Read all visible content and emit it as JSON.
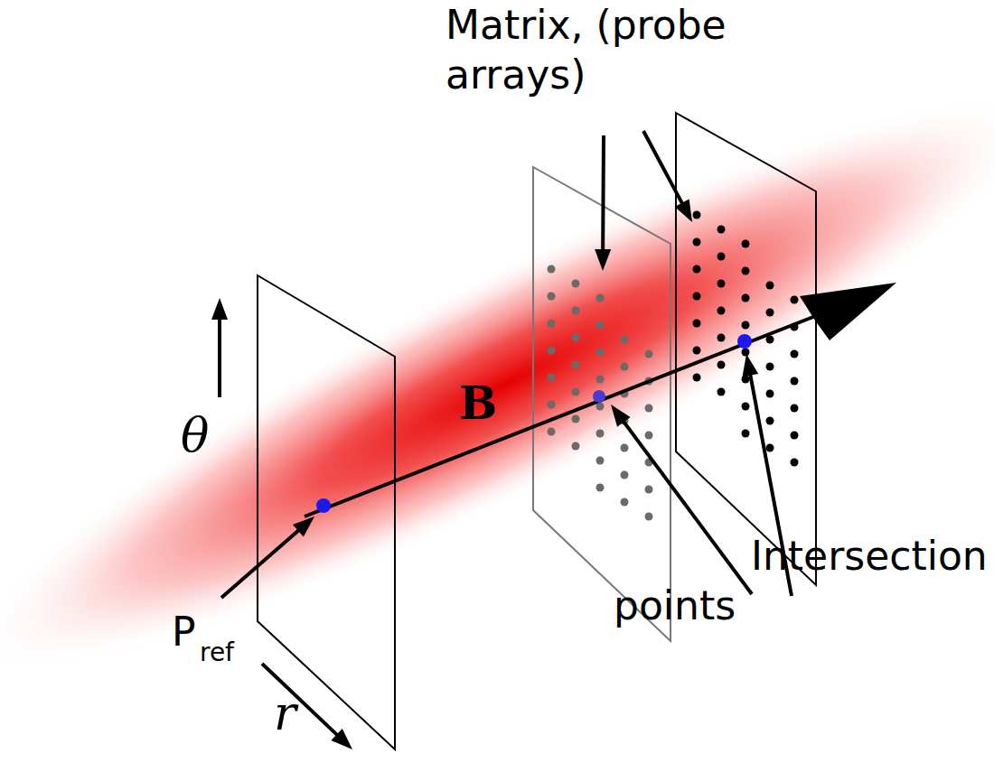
{
  "diagram": {
    "labels": [
      "Matrix, (probe arrays)",
      "B",
      "θ",
      "P",
      "ref",
      "r",
      "Intersection points"
    ]
  }
}
